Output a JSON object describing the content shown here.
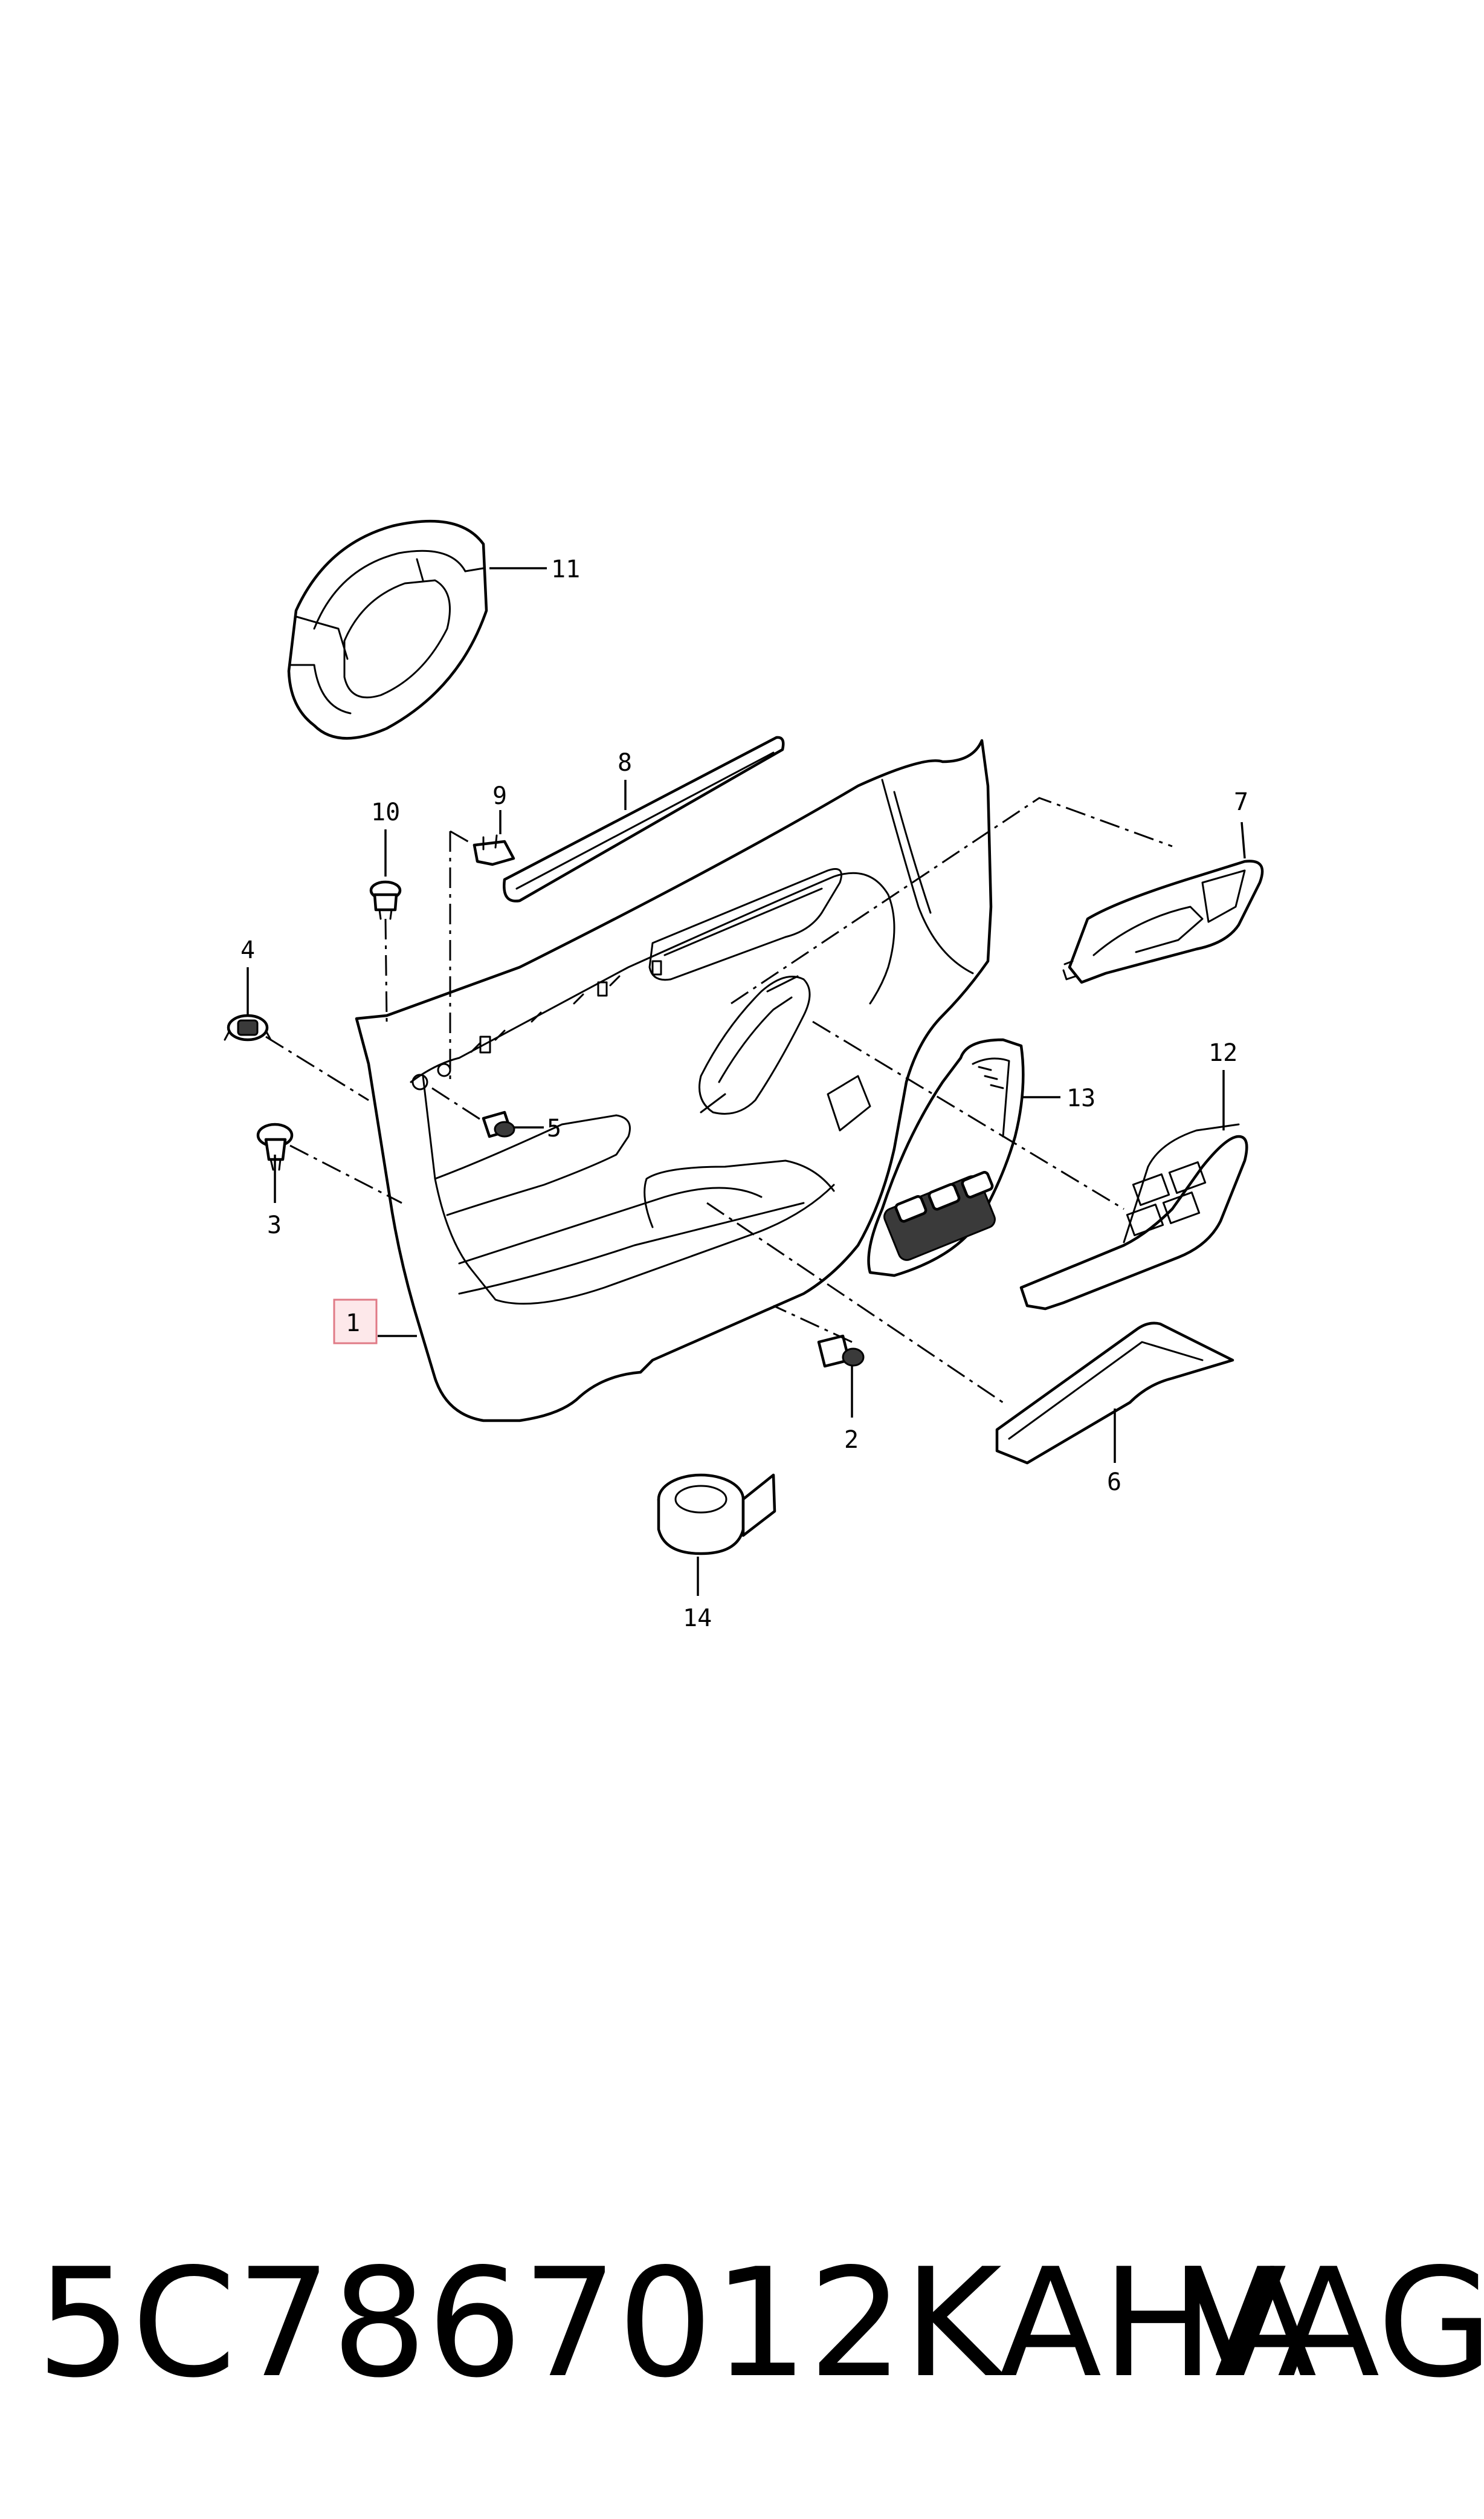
{
  "diagram": {
    "callouts": {
      "c1": "1",
      "c2": "2",
      "c3": "3",
      "c4": "4",
      "c5": "5",
      "c6": "6",
      "c7": "7",
      "c8": "8",
      "c9": "9",
      "c10": "10",
      "c11": "11",
      "c12": "12",
      "c13": "13",
      "c14": "14"
    },
    "highlighted_callout": "1",
    "highlight_color": "#fde8ea"
  },
  "footer": {
    "part_number": "5C7867012KAHA",
    "brand": "VAG"
  }
}
